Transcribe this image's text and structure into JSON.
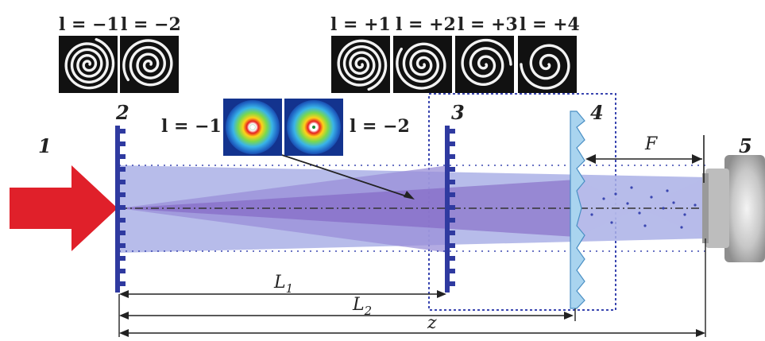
{
  "element_numbers": {
    "source": "1",
    "phase_plate_a": "2",
    "phase_plate_b": "3",
    "lens": "4",
    "camera": "5"
  },
  "phase_labels_left": [
    "l = −1",
    "l = −2"
  ],
  "phase_labels_right": [
    "l = +1",
    "l = +2",
    "l = +3",
    "l = +4"
  ],
  "intensity_labels": [
    "l = −1",
    "l = −2"
  ],
  "dimension_labels": {
    "L1": "L",
    "L1_sub": "1",
    "L2": "L",
    "L2_sub": "2",
    "z": "z",
    "F": "F"
  },
  "colors": {
    "arrow": "#e0202a",
    "plate": "#2f3aa0",
    "beam": "#8f95dc",
    "beam_dark": "#6f4fb5",
    "lens": "#a9d4ef"
  }
}
